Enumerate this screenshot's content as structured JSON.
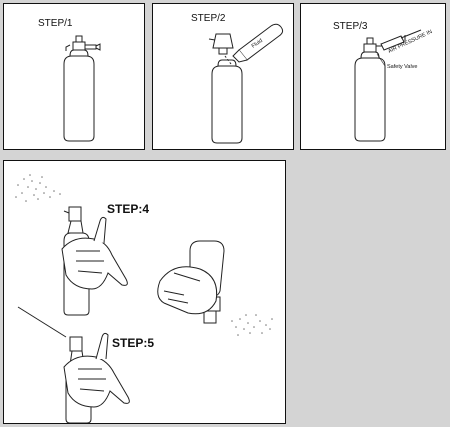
{
  "steps": {
    "step1": "STEP/1",
    "step2": "STEP/2",
    "step3": "STEP/3",
    "step4": "STEP:4",
    "step5": "STEP:5"
  },
  "labels": {
    "fluid": "Fluid",
    "air_pressure": "AIR PRESSURE IN",
    "safety_valve": "Safety Valve"
  }
}
